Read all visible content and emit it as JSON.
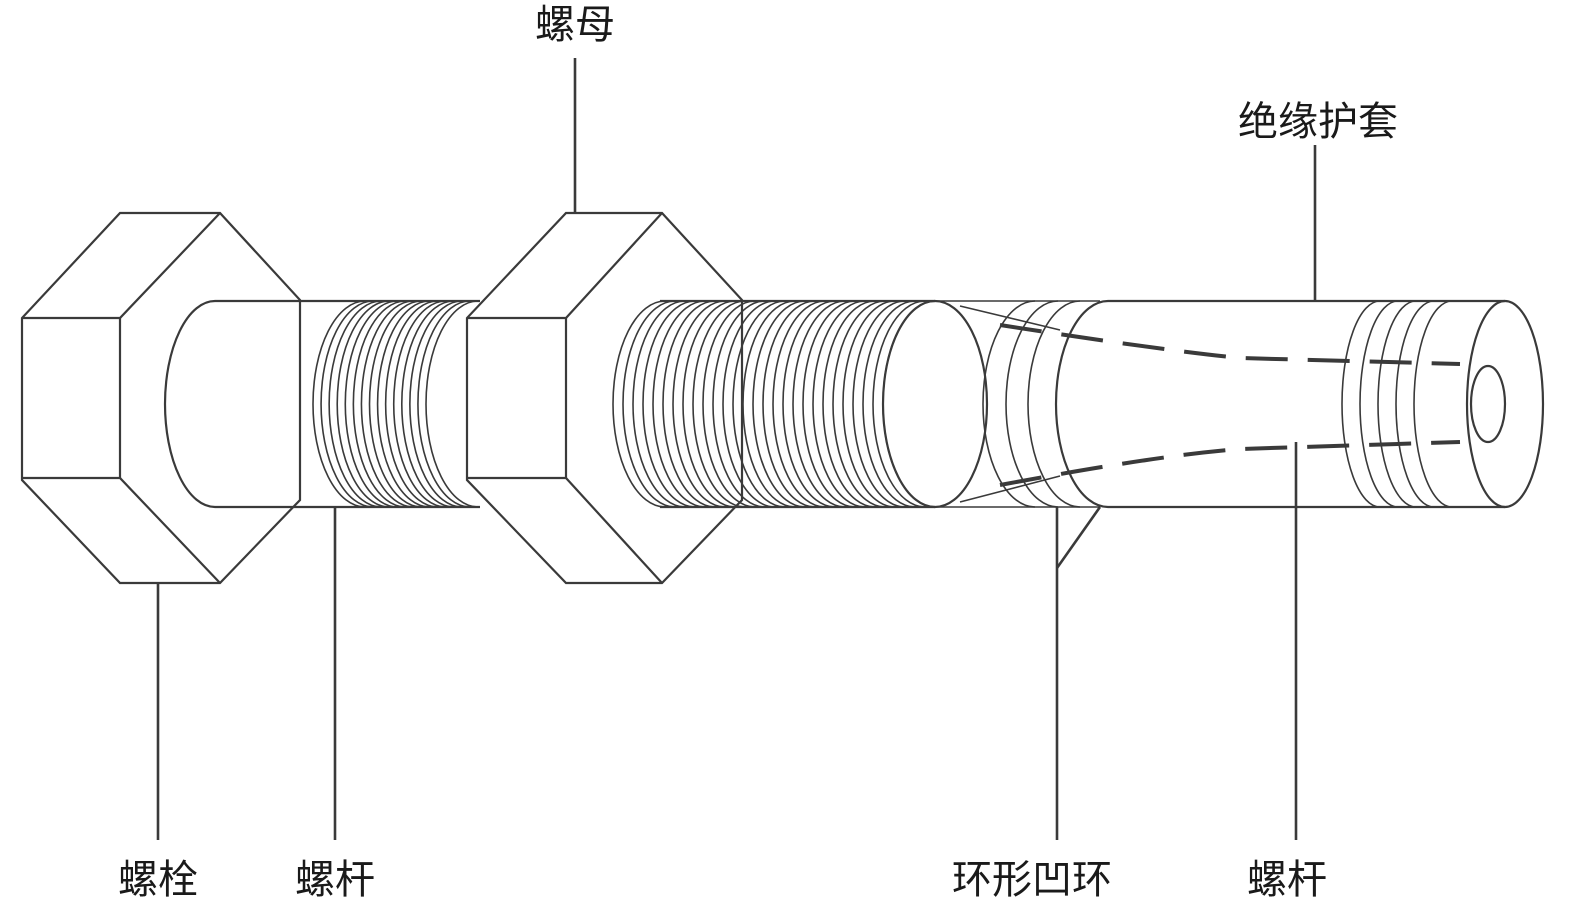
{
  "labels": {
    "nut": "螺母",
    "bolt": "螺栓",
    "rod_left": "螺杆",
    "sleeve": "绝缘护套",
    "groove": "环形凹环",
    "rod_right": "螺杆"
  },
  "colors": {
    "stroke": "#3a3a3a",
    "text": "#1a1a1a",
    "background": "#ffffff"
  }
}
